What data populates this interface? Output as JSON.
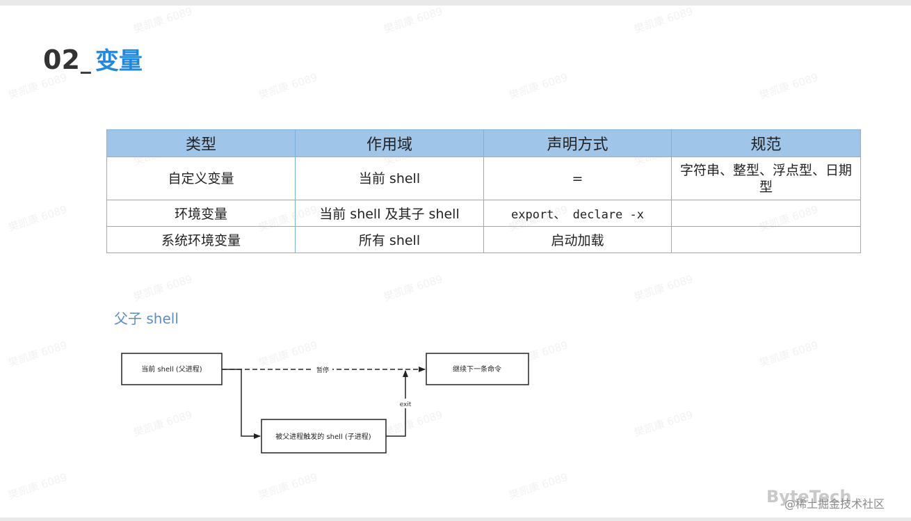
{
  "title": {
    "number": "02",
    "separator": "_",
    "name": "变量"
  },
  "table": {
    "headers": [
      "类型",
      "作用域",
      "声明方式",
      "规范"
    ],
    "rows": [
      [
        "自定义变量",
        "当前 shell",
        "=",
        "字符串、整型、浮点型、日期型"
      ],
      [
        "环境变量",
        "当前 shell 及其子 shell",
        "export、 declare -x",
        ""
      ],
      [
        "系统环境变量",
        "所有 shell",
        "启动加载",
        ""
      ]
    ]
  },
  "subtitle": "父子 shell",
  "diagram": {
    "parent": "当前 shell (父进程)",
    "next": "继续下一条命令",
    "child": "被父进程触发的 shell (子进程)",
    "pause_label": "暂停",
    "exit_label": "exit"
  },
  "watermark_text": "樊凯康 6089",
  "brand": {
    "logo": "ByteTech",
    "site": "@稀土掘金技术社区"
  },
  "colors": {
    "title_accent": "#1e88e5",
    "table_header_bg": "#9fc5e8",
    "table_border": "#7fb0dc",
    "subtitle": "#5b8ec6"
  }
}
